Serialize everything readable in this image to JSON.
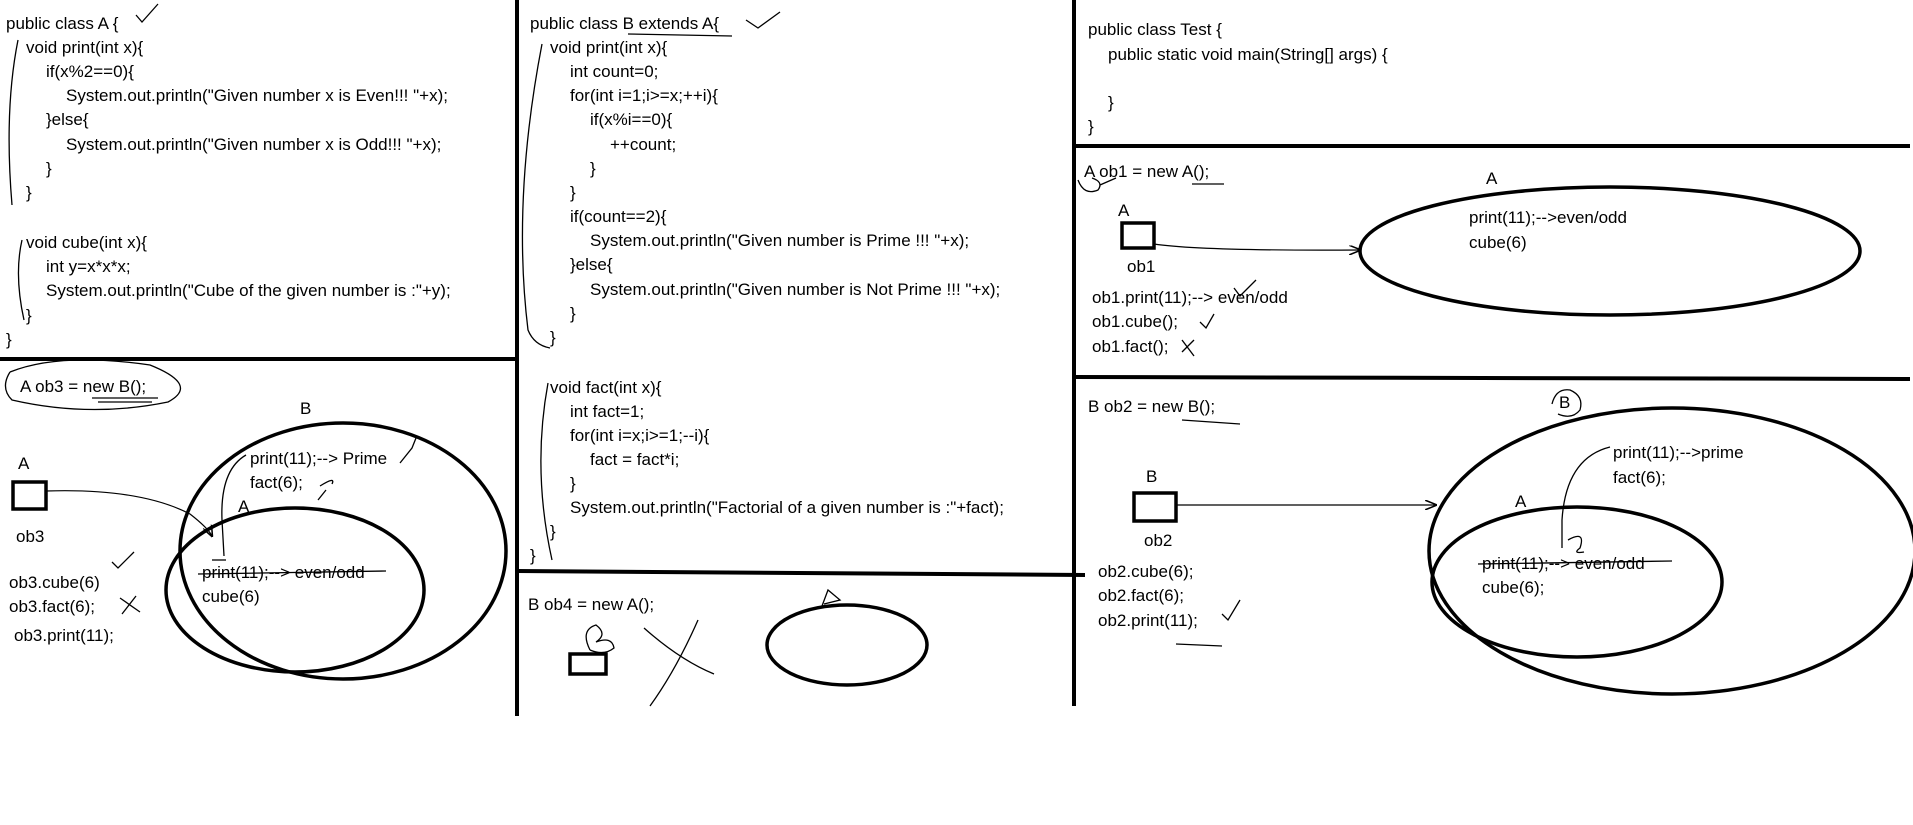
{
  "class_a": {
    "lines": [
      "public class A {",
      "void print(int x){",
      "if(x%2==0){",
      "System.out.println(\"Given number x is Even!!! \"+x);",
      "}else{",
      "System.out.println(\"Given number x is Odd!!! \"+x);",
      "}",
      "}",
      "void cube(int x){",
      "int y=x*x*x;",
      "System.out.println(\"Cube of the given number is :\"+y);",
      "}",
      "}"
    ]
  },
  "class_b": {
    "lines": [
      "public class B extends A{",
      "void print(int x){",
      "int count=0;",
      "for(int i=1;i>=x;++i){",
      "if(x%i==0){",
      "++count;",
      "}",
      "}",
      "if(count==2){",
      "System.out.println(\"Given number is Prime !!! \"+x);",
      "}else{",
      "System.out.println(\"Given number is Not Prime !!! \"+x);",
      "}",
      "}",
      "void fact(int x){",
      "int fact=1;",
      "for(int i=x;i>=1;--i){",
      "fact = fact*i;",
      "}",
      "System.out.println(\"Factorial of a given number is :\"+fact);",
      "}",
      "}"
    ]
  },
  "class_test": {
    "lines": [
      "public class Test {",
      "public static void main(String[] args) {",
      "}",
      "}"
    ]
  },
  "ob3_panel": {
    "declaration": "A ob3 = new B();",
    "outer_label": "B",
    "inner_label": "A",
    "box_label": "A",
    "obj_name": "ob3",
    "outer_items": [
      "print(11);--> Prime",
      "fact(6);"
    ],
    "inner_items": [
      "print(11);--> even/odd",
      "cube(6)"
    ],
    "calls": [
      "ob3.cube(6)",
      "ob3.fact(6);",
      "ob3.print(11);"
    ]
  },
  "ob4_panel": {
    "declaration": "B ob4 = new A();"
  },
  "ob1_panel": {
    "declaration": "A ob1 = new A();",
    "ellipse_label": "A",
    "box_label": "A",
    "obj_name": "ob1",
    "items": [
      "print(11);-->even/odd",
      "cube(6)"
    ],
    "calls": [
      "ob1.print(11);--> even/odd",
      "ob1.cube();",
      "ob1.fact();"
    ]
  },
  "ob2_panel": {
    "declaration": "B ob2 = new B();",
    "outer_label": "B",
    "inner_label": "A",
    "box_label": "B",
    "obj_name": "ob2",
    "outer_items": [
      "print(11);-->prime",
      "fact(6);"
    ],
    "inner_items": [
      "print(11);--> even/odd",
      "cube(6);"
    ],
    "calls": [
      "ob2.cube(6);",
      "ob2.fact(6);",
      "ob2.print(11);"
    ]
  }
}
